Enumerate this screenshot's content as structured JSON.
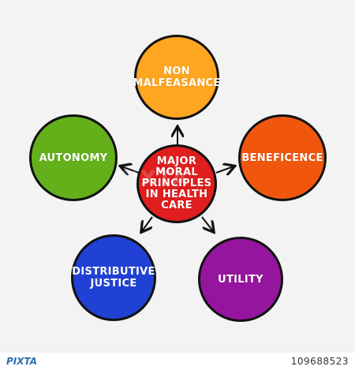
{
  "center": {
    "label": "MAJOR\nMORAL\nPRINCIPLES\nIN HEALTH\nCARE",
    "color": "#e01e1e"
  },
  "nodes": [
    {
      "id": "non-malfeasance",
      "label": "NON\nMALFEASANCE",
      "color": "#ffa51f"
    },
    {
      "id": "beneficence",
      "label": "BENEFICENCE",
      "color": "#f1560f"
    },
    {
      "id": "utility",
      "label": "UTILITY",
      "color": "#96159e"
    },
    {
      "id": "distributive-justice",
      "label": "DISTRIBUTIVE\nJUSTICE",
      "color": "#2141d4"
    },
    {
      "id": "autonomy",
      "label": "AUTONOMY",
      "color": "#63b01b"
    }
  ],
  "watermark": {
    "text": "PIXTA"
  },
  "footer": {
    "brand": "PIXTA",
    "image_id": "109688523"
  }
}
